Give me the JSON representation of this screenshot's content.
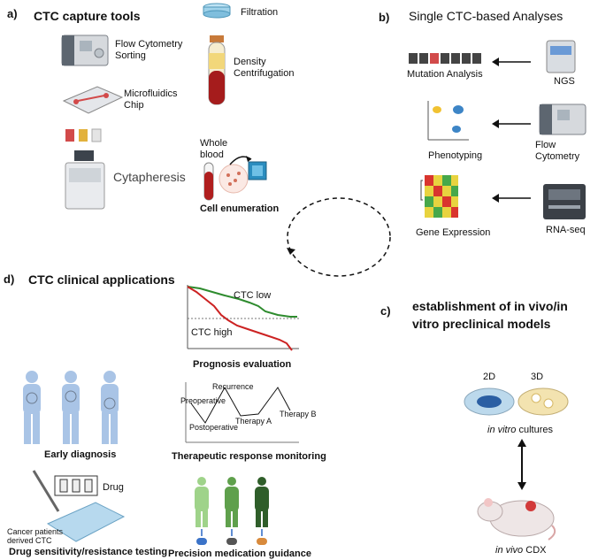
{
  "panel_a": {
    "letter": "a)",
    "title": "CTC capture tools",
    "flow_cytometry": "Flow Cytometry\nSorting",
    "filtration": "Filtration",
    "density": "Density\nCentrifugation",
    "microfluidics": "Microfluidics\nChip",
    "cytapheresis": "Cytapheresis",
    "whole_blood": "Whole\nblood",
    "cell_enumeration": "Cell enumeration"
  },
  "panel_b": {
    "letter": "b)",
    "title": "Single CTC-based Analyses",
    "mutation": "Mutation Analysis",
    "ngs": "NGS",
    "phenotyping": "Phenotyping",
    "flow_cytometry": "Flow Cytometry",
    "gene_expression": "Gene Expression",
    "rna_seq": "RNA-seq"
  },
  "panel_d": {
    "letter": "d)",
    "title": "CTC clinical applications",
    "ctc_low": "CTC low",
    "ctc_high": "CTC high",
    "prognosis": "Prognosis evaluation",
    "early_diagnosis": "Early diagnosis",
    "preoperative": "Preoperative",
    "postoperative": "Postoperative",
    "recurrence": "Recurrence",
    "therapy_a": "Therapy A",
    "therapy_b": "Therapy B",
    "monitoring": "Therapeutic response monitoring",
    "drug": "Drug",
    "cancer_patients": "Cancer patients\nderived CTC",
    "drug_sensitivity": "Drug sensitivity/resistance testing",
    "precision": "Precision medication guidance"
  },
  "panel_c": {
    "letter": "c)",
    "title": "establishment of in vivo/in\nvitro preclinical models",
    "two_d": "2D",
    "three_d": "3D",
    "in_vitro_italic": "in vitro",
    "in_vitro_rest": " cultures",
    "in_vivo_italic": "in vivo",
    "in_vivo_rest": " CDX"
  },
  "colors": {
    "ctc_low_curve": "#2e8b2e",
    "ctc_high_curve": "#cc2222",
    "device_grey": "#8a8f96",
    "blood_red": "#b01e1e",
    "human_blue": "#a9c4e6",
    "arrow_blue": "#2b67c4",
    "petri_blue": "#bcd9ec",
    "petri_yellow": "#f3e3b0",
    "drug_chip_blue": "#b7d9ee"
  }
}
